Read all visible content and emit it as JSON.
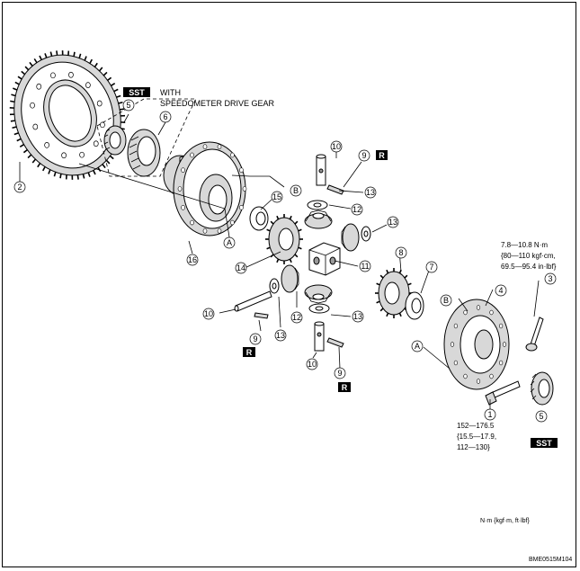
{
  "labels": {
    "sst_top": "SST",
    "with": "WITH",
    "speedo": "SPEEDOMETER DRIVE GEAR",
    "r_tag": "R",
    "sst_bottom": "SST",
    "letter_a": "A",
    "letter_b": "B"
  },
  "torque_3": [
    "7.8—10.8 N·m",
    "{80—110 kgf·cm,",
    "69.5—95.4 in·lbf}"
  ],
  "torque_1": [
    "152—176.5",
    "{15.5—17.9,",
    "112—130}"
  ],
  "units": "N·m {kgf·m, ft·lbf}",
  "figure_code": "BME0515M104",
  "callouts": {
    "c1": "1",
    "c2": "2",
    "c3": "3",
    "c4": "4",
    "c5a": "5",
    "c5b": "5",
    "c6": "6",
    "c7": "7",
    "c8": "8",
    "c9a": "9",
    "c9b": "9",
    "c9c": "9",
    "c10a": "10",
    "c10b": "10",
    "c10c": "10",
    "c11": "11",
    "c12a": "12",
    "c12b": "12",
    "c13a": "13",
    "c13b": "13",
    "c13c": "13",
    "c13d": "13",
    "c14": "14",
    "c15": "15",
    "c16": "16"
  }
}
